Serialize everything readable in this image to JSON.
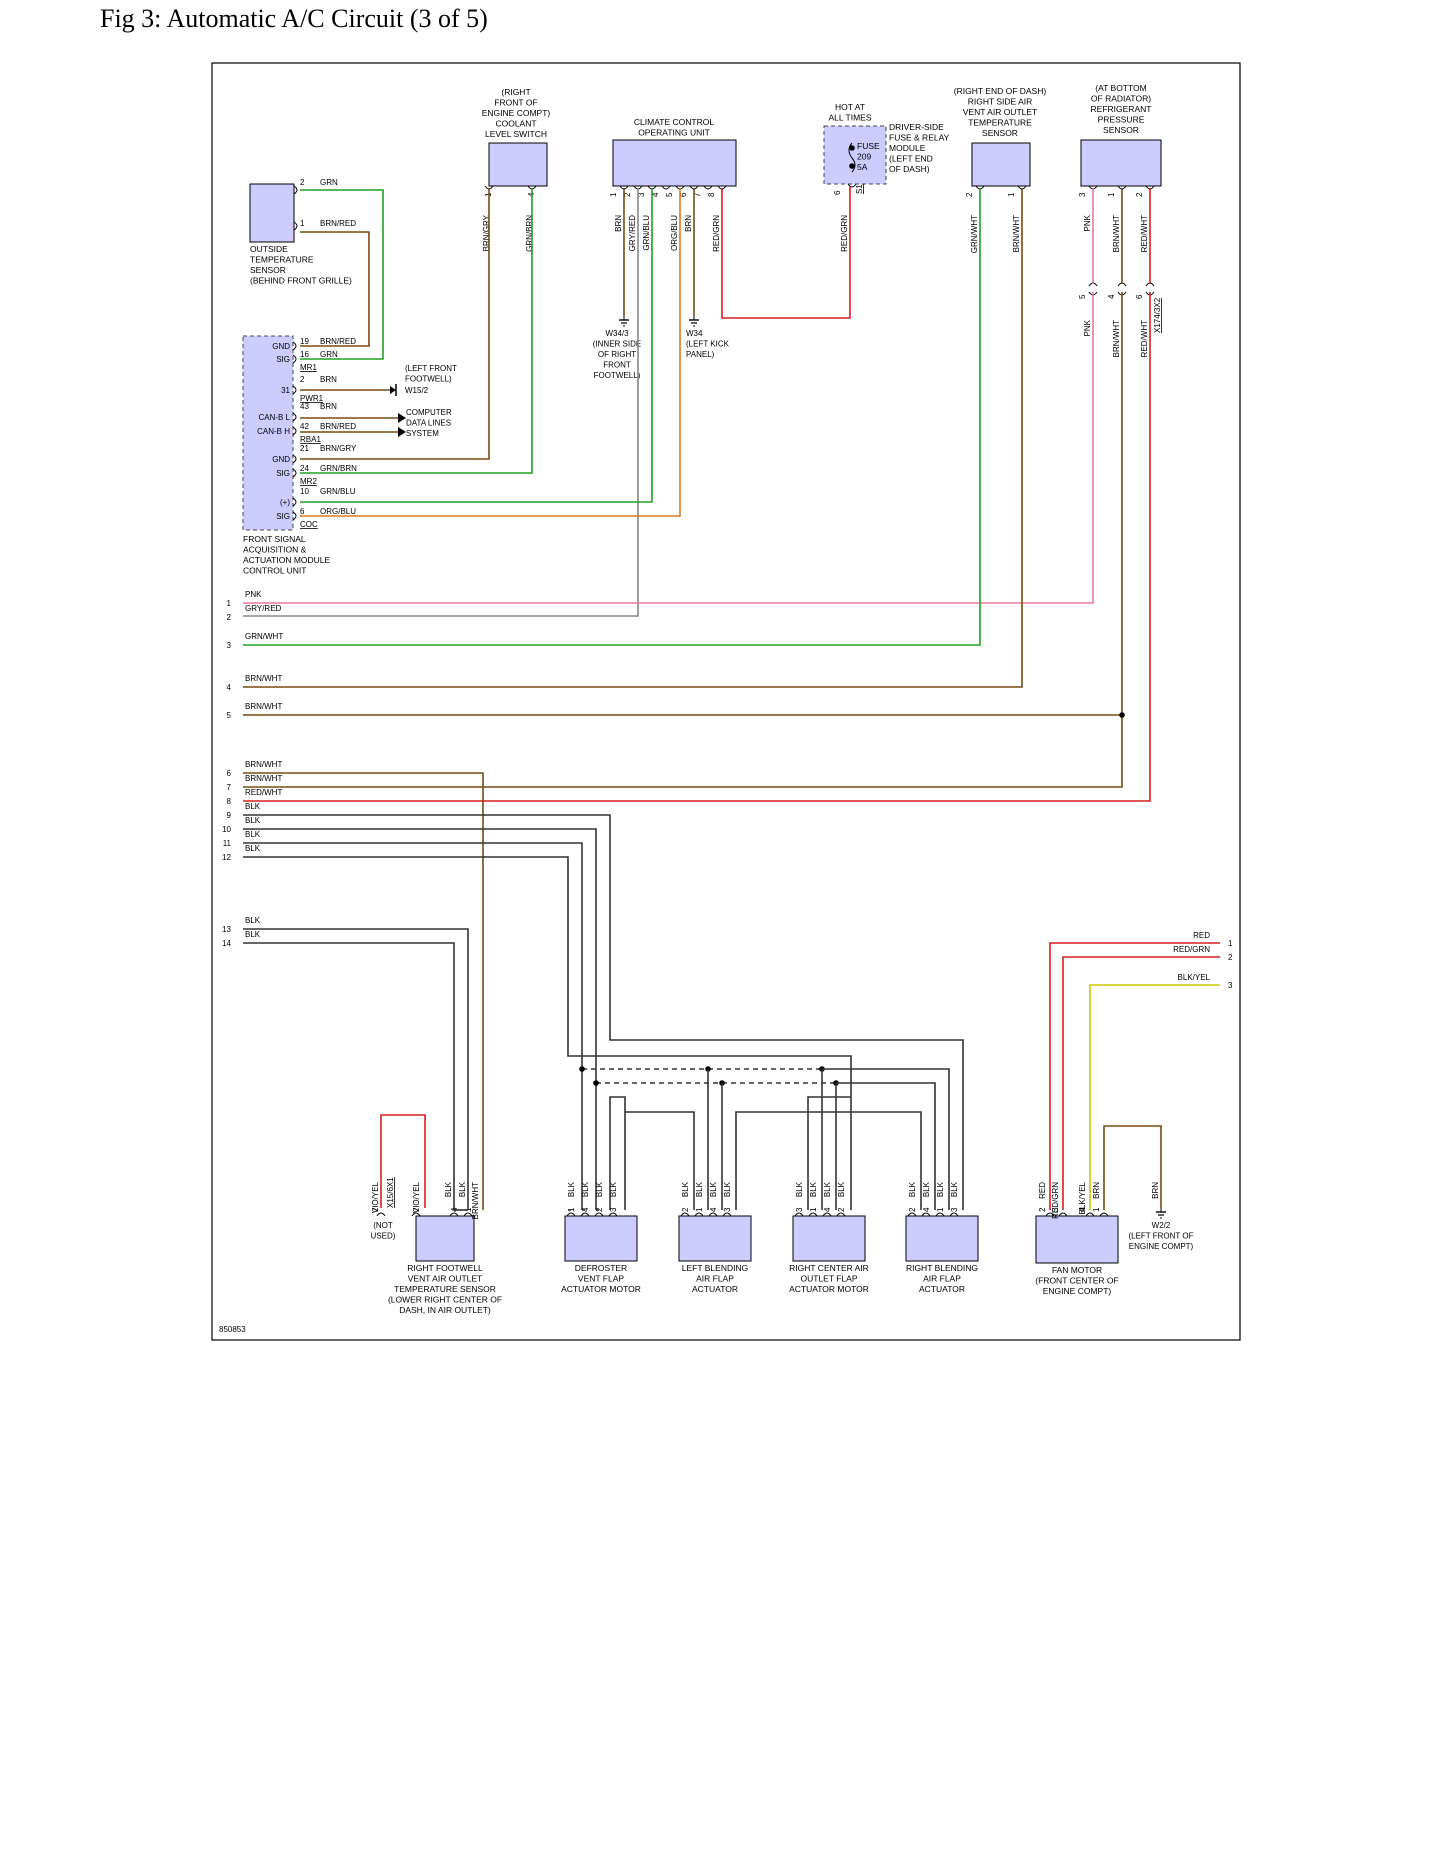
{
  "title": "Fig 3: Automatic A/C Circuit (3 of 5)",
  "figure_id": "850853",
  "colors": {
    "component_fill": "#ccccff",
    "GRN": "#22a022",
    "BRN": "#7a4a14",
    "RED": "#d81e1e",
    "PNK": "#e87c9a",
    "BLK": "#333333",
    "YEL": "#c8c800",
    "BLU": "#1e3cb4",
    "GRY": "#888888",
    "VIO": "#7a2a9a",
    "ORG": "#e07a1e",
    "WHT": "#cccccc"
  },
  "components": {
    "outside_temp_sensor": "OUTSIDE|TEMPERATURE|SENSOR|(BEHIND FRONT GRILLE)",
    "coolant_switch": "(RIGHT|FRONT OF|ENGINE COMPT)|COOLANT|LEVEL SWITCH",
    "climate_control": "CLIMATE CONTROL|OPERATING UNIT",
    "fuse_hot": "HOT AT|ALL TIMES",
    "fuse_module": "DRIVER-SIDE|FUSE & RELAY|MODULE|(LEFT END|OF DASH)",
    "fuse_label": "FUSE|209|5A",
    "right_vent_sensor": "(RIGHT END OF DASH)|RIGHT SIDE AIR|VENT AIR OUTLET|TEMPERATURE|SENSOR",
    "refrig_sensor": "(AT BOTTOM|OF RADIATOR)|REFRIGERANT|PRESSURE|SENSOR",
    "fsaam": "FRONT SIGNAL|ACQUISITION &|ACTUATION MODULE|CONTROL UNIT",
    "w34_3": "W34/3|(INNER SIDE|OF RIGHT|FRONT|FOOTWELL)",
    "w34": "W34|(LEFT KICK|PANEL)",
    "w15_2": "W15/2",
    "w15_2_loc": "(LEFT FRONT|FOOTWELL)",
    "computer_data": "COMPUTER|DATA LINES|SYSTEM",
    "right_footwell_sensor": "RIGHT FOOTWELL|VENT AIR OUTLET|TEMPERATURE SENSOR|(LOWER RIGHT CENTER OF|DASH, IN AIR OUTLET)",
    "not_used": "(NOT|USED)",
    "defroster": "DEFROSTER|VENT FLAP|ACTUATOR MOTOR",
    "left_blend": "LEFT BLENDING|AIR FLAP|ACTUATOR",
    "right_center": "RIGHT CENTER AIR|OUTLET FLAP|ACTUATOR MOTOR",
    "right_blend": "RIGHT BLENDING|AIR FLAP|ACTUATOR",
    "fan_motor": "FAN MOTOR|(FRONT CENTER OF|ENGINE COMPT)",
    "w2_2": "W2/2|(LEFT FRONT OF|ENGINE COMPT)"
  },
  "connectors": {
    "MR1": "MR1",
    "PWR1": "PWR1",
    "RBA1": "RBA1",
    "MR2": "MR2",
    "COC": "COC",
    "S1": "S1",
    "X174_3X2": "X174/3X2",
    "X15_6X1": "X15/6X1"
  },
  "pin_names": {
    "GND": "GND",
    "SIG": "SIG",
    "P31": "31",
    "CANBL": "CAN-B L",
    "CANBH": "CAN-B H",
    "PLUS": "(+)"
  }
}
